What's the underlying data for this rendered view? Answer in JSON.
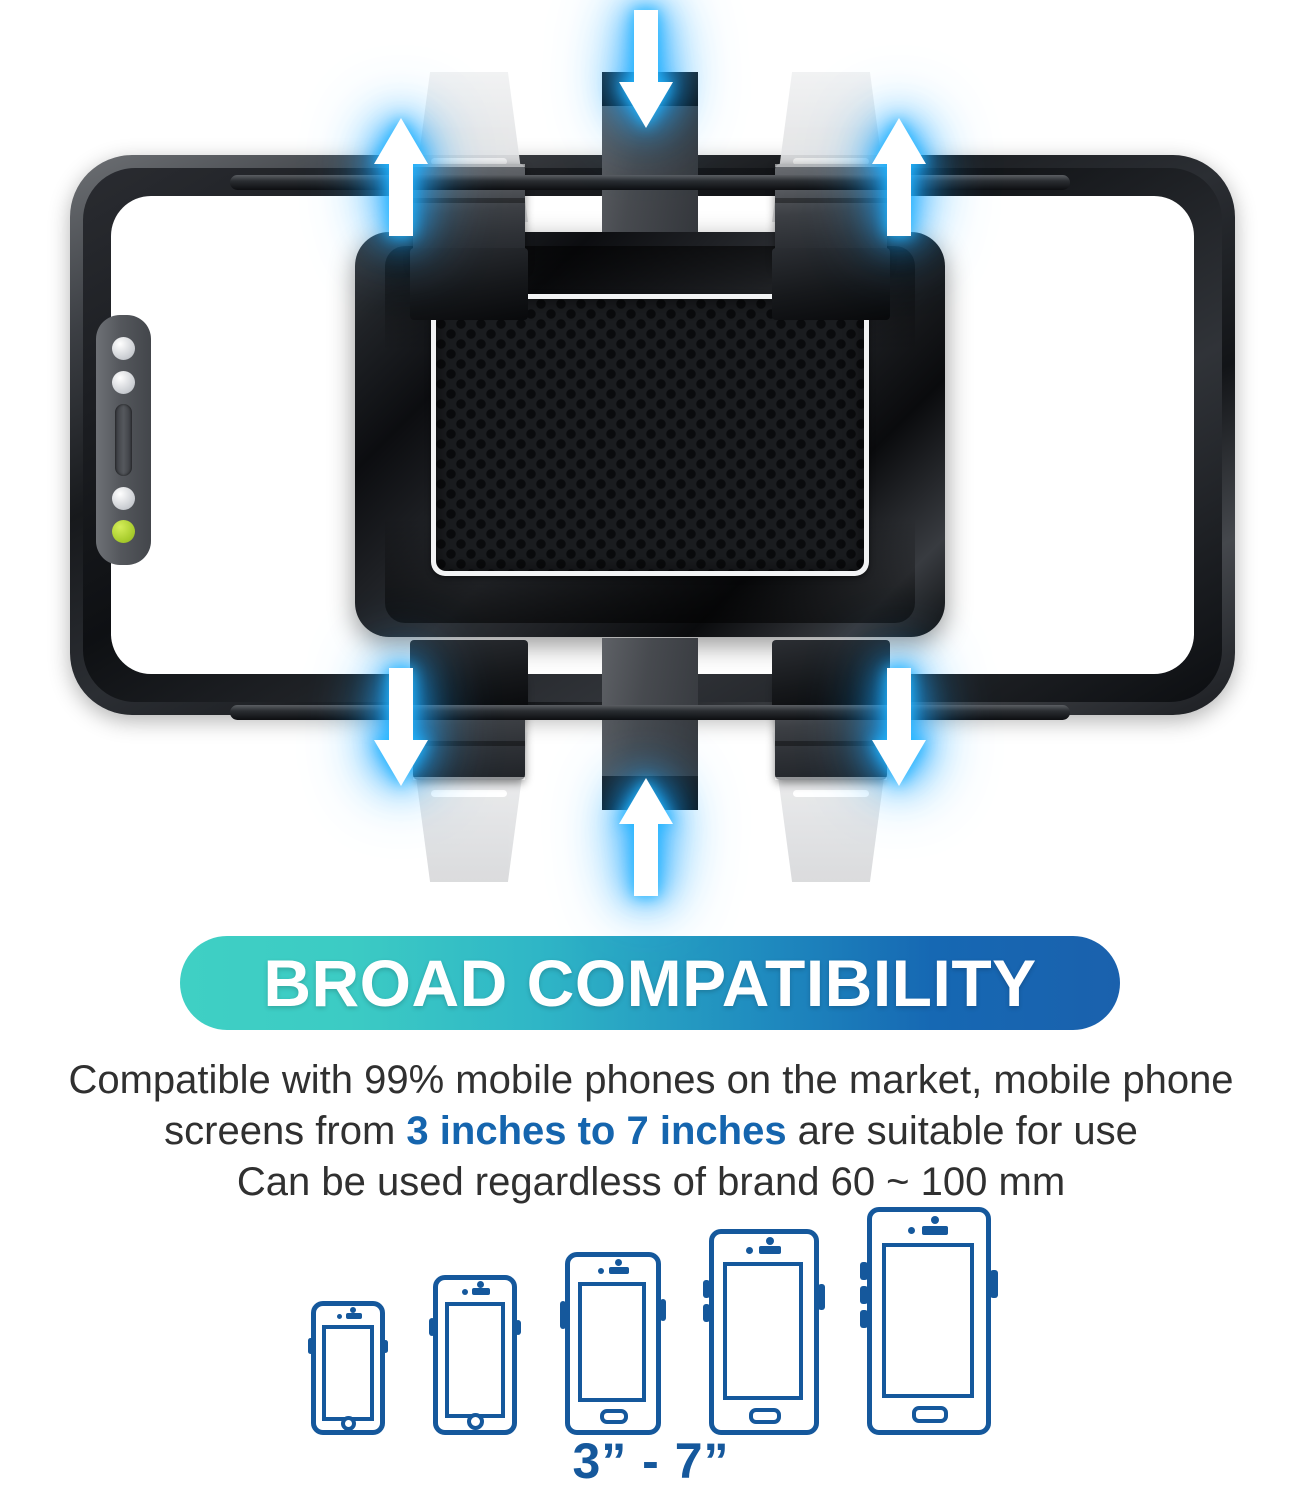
{
  "product": {
    "illustration_alt": "Phone holder clamp expanding to fit a landscape smartphone",
    "arrows": [
      {
        "name": "arrow-top-center",
        "direction": "down"
      },
      {
        "name": "arrow-top-left",
        "direction": "up"
      },
      {
        "name": "arrow-top-right",
        "direction": "up"
      },
      {
        "name": "arrow-bottom-center",
        "direction": "up"
      },
      {
        "name": "arrow-bottom-left",
        "direction": "down"
      },
      {
        "name": "arrow-bottom-right",
        "direction": "down"
      }
    ],
    "colors": {
      "glow": "#1aa6ff",
      "arrow_fill": "#ffffff",
      "body_dark": "#0c0d10",
      "pad_dark": "#1a1c1f",
      "phone_accent_green": "#a8cc2d"
    }
  },
  "banner": {
    "title": "BROAD COMPATIBILITY",
    "gradient_start": "#3fd0c4",
    "gradient_end": "#1a61ad"
  },
  "description": {
    "line1": "Compatible with 99% mobile phones on the market, mobile phone",
    "line2_pre": "screens from ",
    "line2_highlight": "3 inches to 7 inches",
    "line2_post": " are suitable for use",
    "line3": "Can be used regardless of brand 60 ~ 100 mm",
    "highlight_color": "#1565ae"
  },
  "size_range": {
    "label": "3” - 7”",
    "color": "#15589c",
    "phones": [
      {
        "name": "phone-size-1",
        "size": "3”",
        "home_button": "round"
      },
      {
        "name": "phone-size-2",
        "size": "4”",
        "home_button": "round"
      },
      {
        "name": "phone-size-3",
        "size": "5”",
        "home_button": "pill"
      },
      {
        "name": "phone-size-4",
        "size": "6”",
        "home_button": "pill"
      },
      {
        "name": "phone-size-5",
        "size": "7”",
        "home_button": "pill"
      }
    ]
  }
}
